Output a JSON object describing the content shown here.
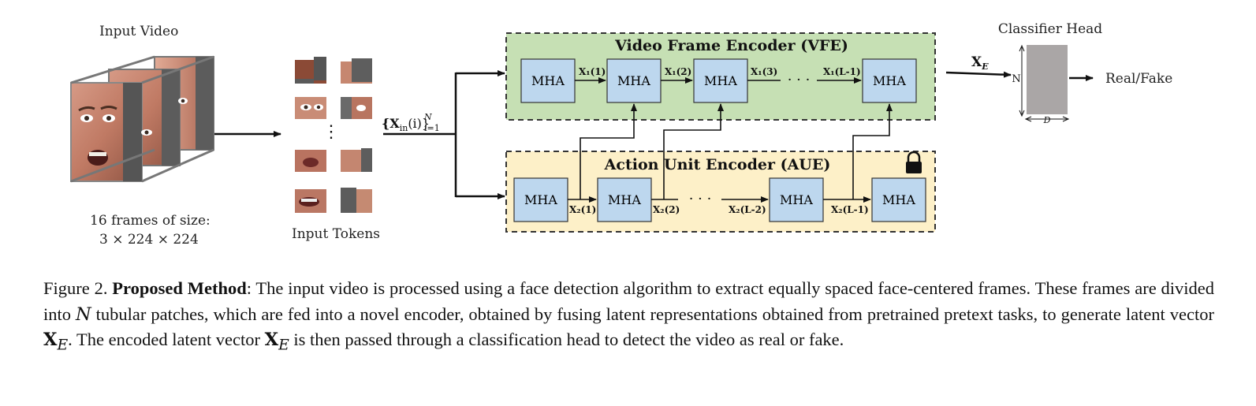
{
  "figure": {
    "input_video_label": "Input Video",
    "frames_line1": "16 frames of size:",
    "frames_line2": "3 × 224 × 224",
    "input_tokens_label": "Input Tokens",
    "tokens_set": "{X",
    "tokens_set_sub": "in",
    "tokens_set_i": "(i)}",
    "tokens_set_sup": "N",
    "tokens_set_lower": "i=1",
    "vfe_title": "Video Frame Encoder (VFE)",
    "aue_title": "Action Unit Encoder (AUE)",
    "block_label": "MHA",
    "ellipsis": "· · ·",
    "vfe_outputs": [
      "X₁(1)",
      "X₁(2)",
      "X₁(3)",
      "X₁(L-1)"
    ],
    "aue_outputs": [
      "X₂(1)",
      "X₂(2)",
      "X₂(L-2)",
      "X₂(L-1)"
    ],
    "xe_label": "X",
    "xe_sub": "E",
    "classifier_label": "Classifier Head",
    "classifier_n": "N",
    "classifier_d": "D",
    "output_label": "Real/Fake",
    "colors": {
      "vfe_fill": "#c6e0b4",
      "aue_fill": "#fdf0c8",
      "mha_fill": "#bdd7ee",
      "classifier_fill": "#aaa6a6"
    }
  },
  "caption": {
    "prefix": "Figure 2. ",
    "bold": "Proposed Method",
    "t1": ": The input video is processed using a face detection algorithm to extract equally spaced face-centered frames. These frames are divided into ",
    "n": "N",
    "t2": " tubular patches, which are fed into a novel encoder, obtained by fusing latent representations obtained from pretrained pretext tasks, to generate latent vector ",
    "xe1": "X",
    "xe1_sub": "E",
    "t3": ". The encoded latent vector ",
    "xe2": "X",
    "xe2_sub": "E",
    "t4": " is then passed through a classification head to detect the video as real or fake."
  }
}
